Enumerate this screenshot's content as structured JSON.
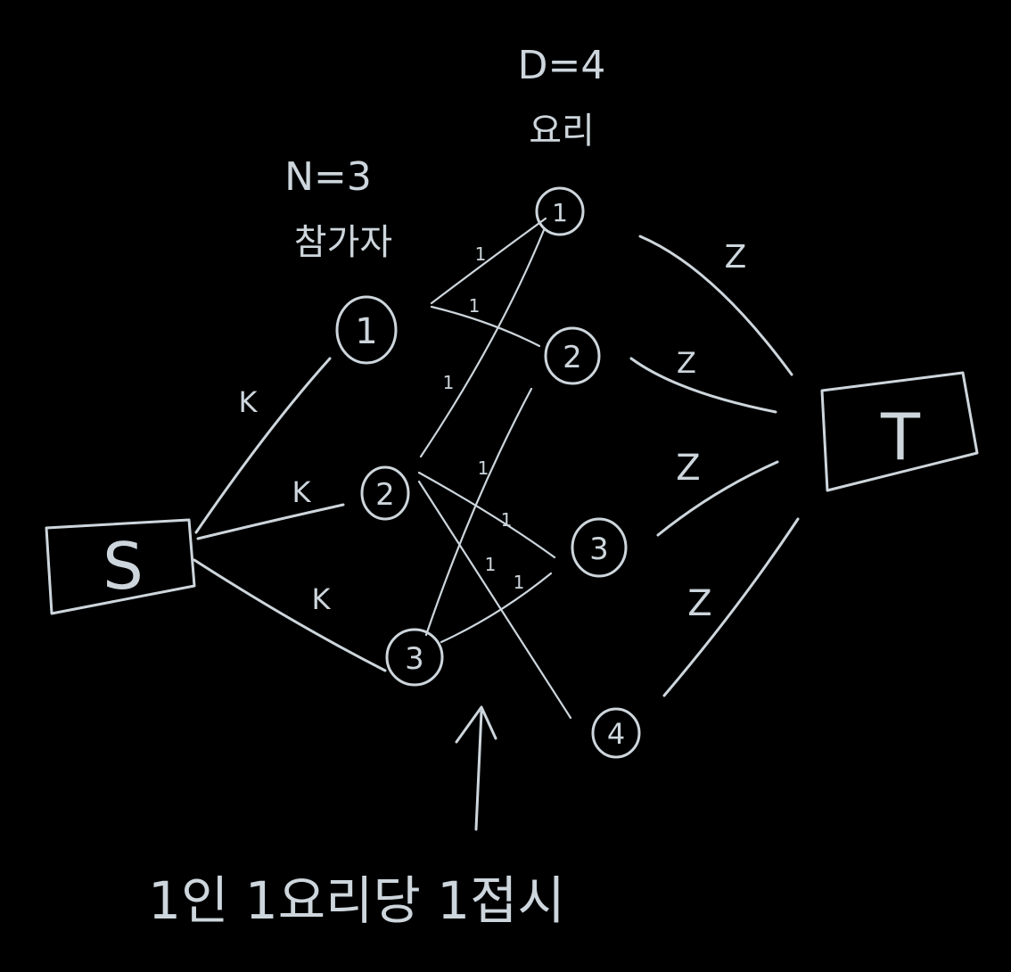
{
  "participants_header": {
    "count_label": "N=3",
    "title": "참가자"
  },
  "dishes_header": {
    "count_label": "D=4",
    "title": "요리"
  },
  "source_label": "S",
  "sink_label": "T",
  "participants": [
    "1",
    "2",
    "3"
  ],
  "dishes": [
    "1",
    "2",
    "3",
    "4"
  ],
  "source_edge_capacity": "K",
  "sink_edge_capacity": "Z",
  "middle_edge_capacity": "1",
  "footnote": "1인 1요리당 1접시"
}
